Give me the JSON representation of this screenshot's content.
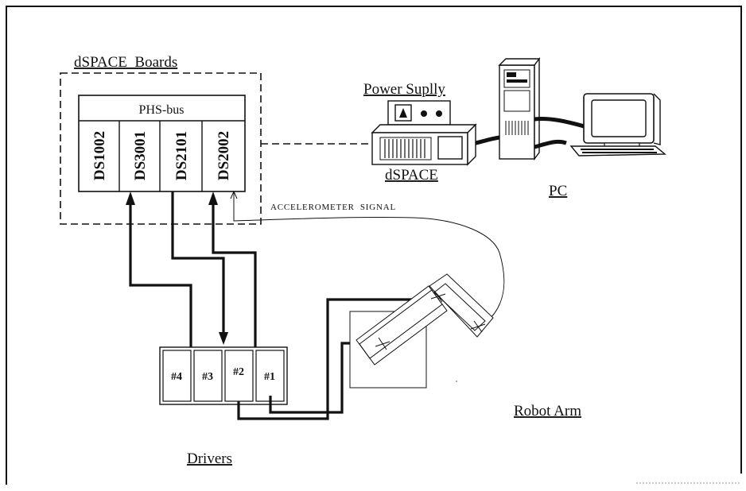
{
  "labels": {
    "dspace_boards": "dSPACE  Boards",
    "phs_bus": "PHS-bus",
    "power_supply": "Power Suplly",
    "dspace": "dSPACE",
    "pc": "PC",
    "accelerometer_signal": "ACCELEROMETER  SIGNAL",
    "robot_arm": "Robot Arm",
    "drivers": "Drivers"
  },
  "boards": [
    "DS1002",
    "DS3001",
    "DS2101",
    "DS2002"
  ],
  "drivers": [
    "#4",
    "#3",
    "#2",
    "#1"
  ],
  "colors": {
    "line": "#111111",
    "background": "#ffffff"
  }
}
